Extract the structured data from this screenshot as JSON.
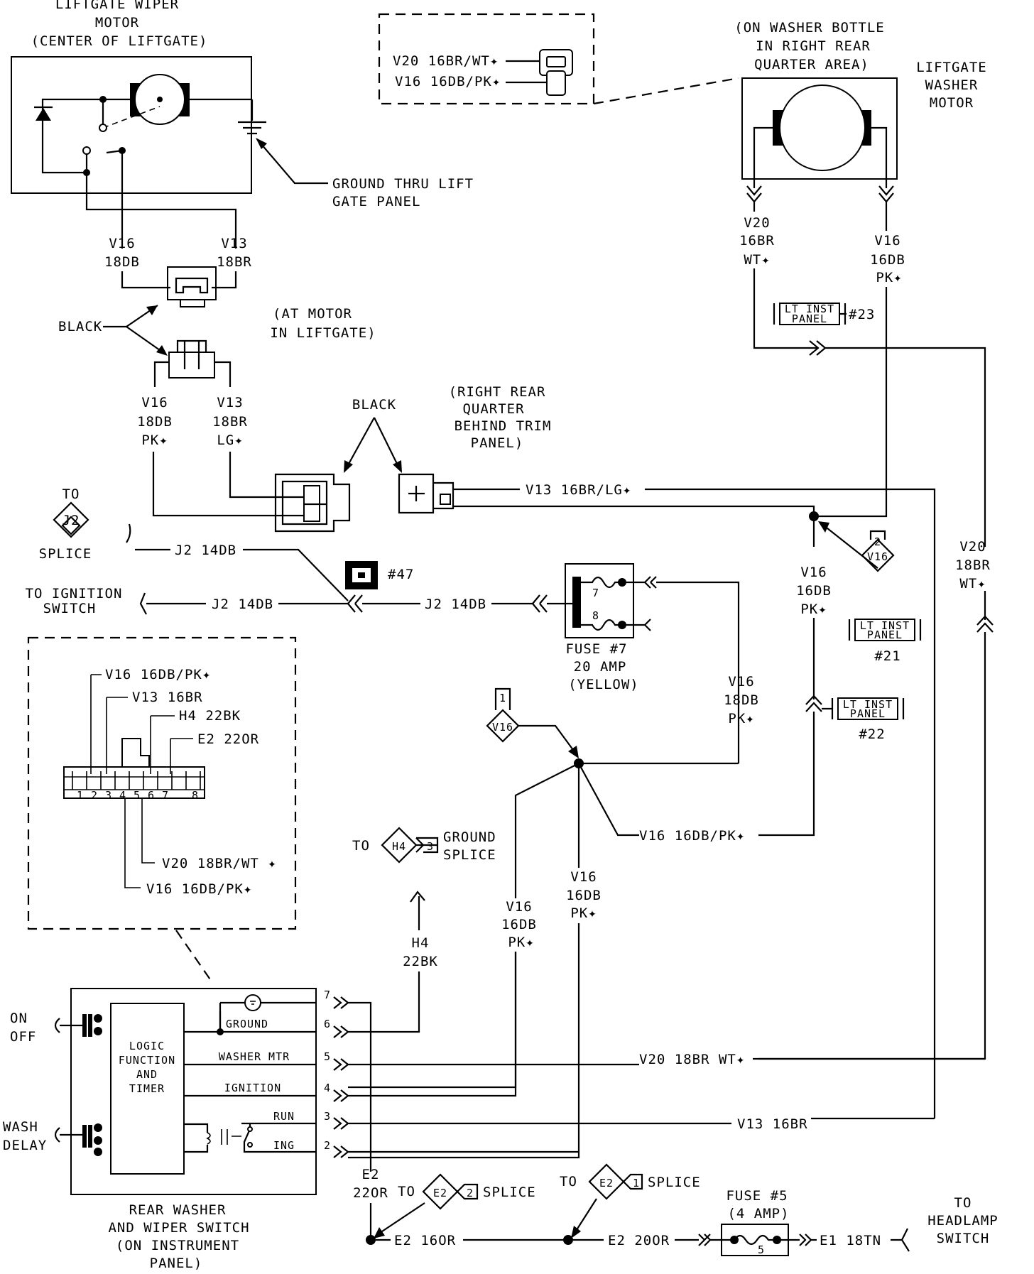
{
  "wiper_motor": {
    "l1": "LIFTGATE WIPER",
    "l2": "MOTOR",
    "l3": "(CENTER OF LIFTGATE)"
  },
  "ground_note": {
    "l1": "GROUND THRU LIFT",
    "l2": "GATE PANEL"
  },
  "inline_conn": {
    "w1": "V20 16BR/WT✦",
    "w2": "V16 16DB/PK✦"
  },
  "washer_loc": {
    "l1": "(ON WASHER BOTTLE",
    "l2": "IN RIGHT REAR",
    "l3": "QUARTER AREA)"
  },
  "washer_motor": {
    "l1": "LIFTGATE",
    "l2": "WASHER",
    "l3": "MOTOR"
  },
  "motor_wires": {
    "v16a": "V16",
    "v16b": "18DB",
    "v13a": "V13",
    "v13b": "18BR"
  },
  "black1": "BLACK",
  "at_motor": {
    "l1": "(AT MOTOR",
    "l2": "IN LIFTGATE)"
  },
  "conn2_wires": {
    "v16a": "V16",
    "v16b": "18DB",
    "v16c": "PK✦",
    "v13a": "V13",
    "v13b": "18BR",
    "v13c": "LG✦"
  },
  "black2": "BLACK",
  "rr_quarter": {
    "l1": "(RIGHT REAR",
    "l2": "QUARTER",
    "l3": "BEHIND TRIM",
    "l4": "PANEL)"
  },
  "washer_wires": {
    "v20a": "V20",
    "v20b": "16BR",
    "v20c": "WT✦",
    "v16a": "V16",
    "v16b": "16DB",
    "v16c": "PK✦"
  },
  "lt_inst": {
    "l1": "LT INST",
    "l2": "PANEL",
    "n23": "#23",
    "n21": "#21",
    "n22": "#22"
  },
  "v13_long": "V13 16BR/LG✦",
  "to_j2": {
    "to": "TO",
    "code": "J2",
    "splice": "SPLICE"
  },
  "j2_wire": "J2 14DB",
  "ign_switch": {
    "l1": "TO IGNITION",
    "l2": "SWITCH"
  },
  "j2_wire_b": "J2 14DB",
  "j2_wire_c": "J2 14DB",
  "conn47": "#47",
  "fuse7": {
    "t7": "7",
    "t8": "8",
    "l1": "FUSE #7",
    "l2": "20 AMP",
    "l3": "(YELLOW)"
  },
  "v16_pin2": {
    "num": "2",
    "code": "V16"
  },
  "v16_right": {
    "a": "V16",
    "b": "16DB",
    "c": "PK✦"
  },
  "v20_right": {
    "a": "V20",
    "b": "18BR",
    "c": "WT✦"
  },
  "fuse7_out": {
    "a": "V16",
    "b": "18DB",
    "c": "PK✦"
  },
  "v16_pin1": {
    "num": "1",
    "code": "V16"
  },
  "v16_to22": "V16 16DB/PK✦",
  "switch_conn": {
    "w1": "V16 16DB/PK✦",
    "w2": "V13 16BR",
    "w3": "H4 22BK",
    "w4": "E2 22OR",
    "w5": "V20 18BR/WT ✦",
    "w6": "V16 16DB/PK✦",
    "pins": [
      "1",
      "2",
      "3",
      "4",
      "5",
      "6",
      "7",
      "8"
    ]
  },
  "h4_splice": {
    "to": "TO",
    "code": "H4",
    "num": "3",
    "l1": "GROUND",
    "l2": "SPLICE"
  },
  "h4_wire": {
    "a": "H4",
    "b": "22BK"
  },
  "v16_mid": {
    "a": "V16",
    "b": "16DB",
    "c": "PK✦"
  },
  "v16_mid2": {
    "a": "V16",
    "b": "16DB",
    "c": "PK✦"
  },
  "switch": {
    "on": "ON",
    "off": "OFF",
    "wash": "WASH",
    "delay": "DELAY",
    "logic1": "LOGIC",
    "logic2": "FUNCTION",
    "logic3": "AND",
    "logic4": "TIMER",
    "ground": "GROUND",
    "washer": "WASHER MTR",
    "ignition": "IGNITION",
    "run": "RUN",
    "ing": "ING",
    "p7": "7",
    "p6": "6",
    "p5": "5",
    "p4": "4",
    "p3": "3",
    "p2": "2",
    "cap1": "REAR WASHER",
    "cap2": "AND WIPER SWITCH",
    "cap3": "(ON INSTRUMENT",
    "cap4": "PANEL)"
  },
  "v20_bottom": "V20 18BR WT✦",
  "v13_bottom": "V13 16BR",
  "e2_left": {
    "a": "E2",
    "b": "22OR"
  },
  "e2_splice2": {
    "to": "TO",
    "code": "E2",
    "num": "2",
    "label": "SPLICE"
  },
  "e2_splice1": {
    "to": "TO",
    "code": "E2",
    "num": "1",
    "label": "SPLICE"
  },
  "e2_16or": "E2 16OR",
  "e2_20or": "E2 20OR",
  "fuse5": {
    "l1": "FUSE #5",
    "l2": "(4 AMP)",
    "num": "5"
  },
  "e1_wire": "E1 18TN",
  "headlamp": {
    "l1": "TO",
    "l2": "HEADLAMP",
    "l3": "SWITCH"
  }
}
